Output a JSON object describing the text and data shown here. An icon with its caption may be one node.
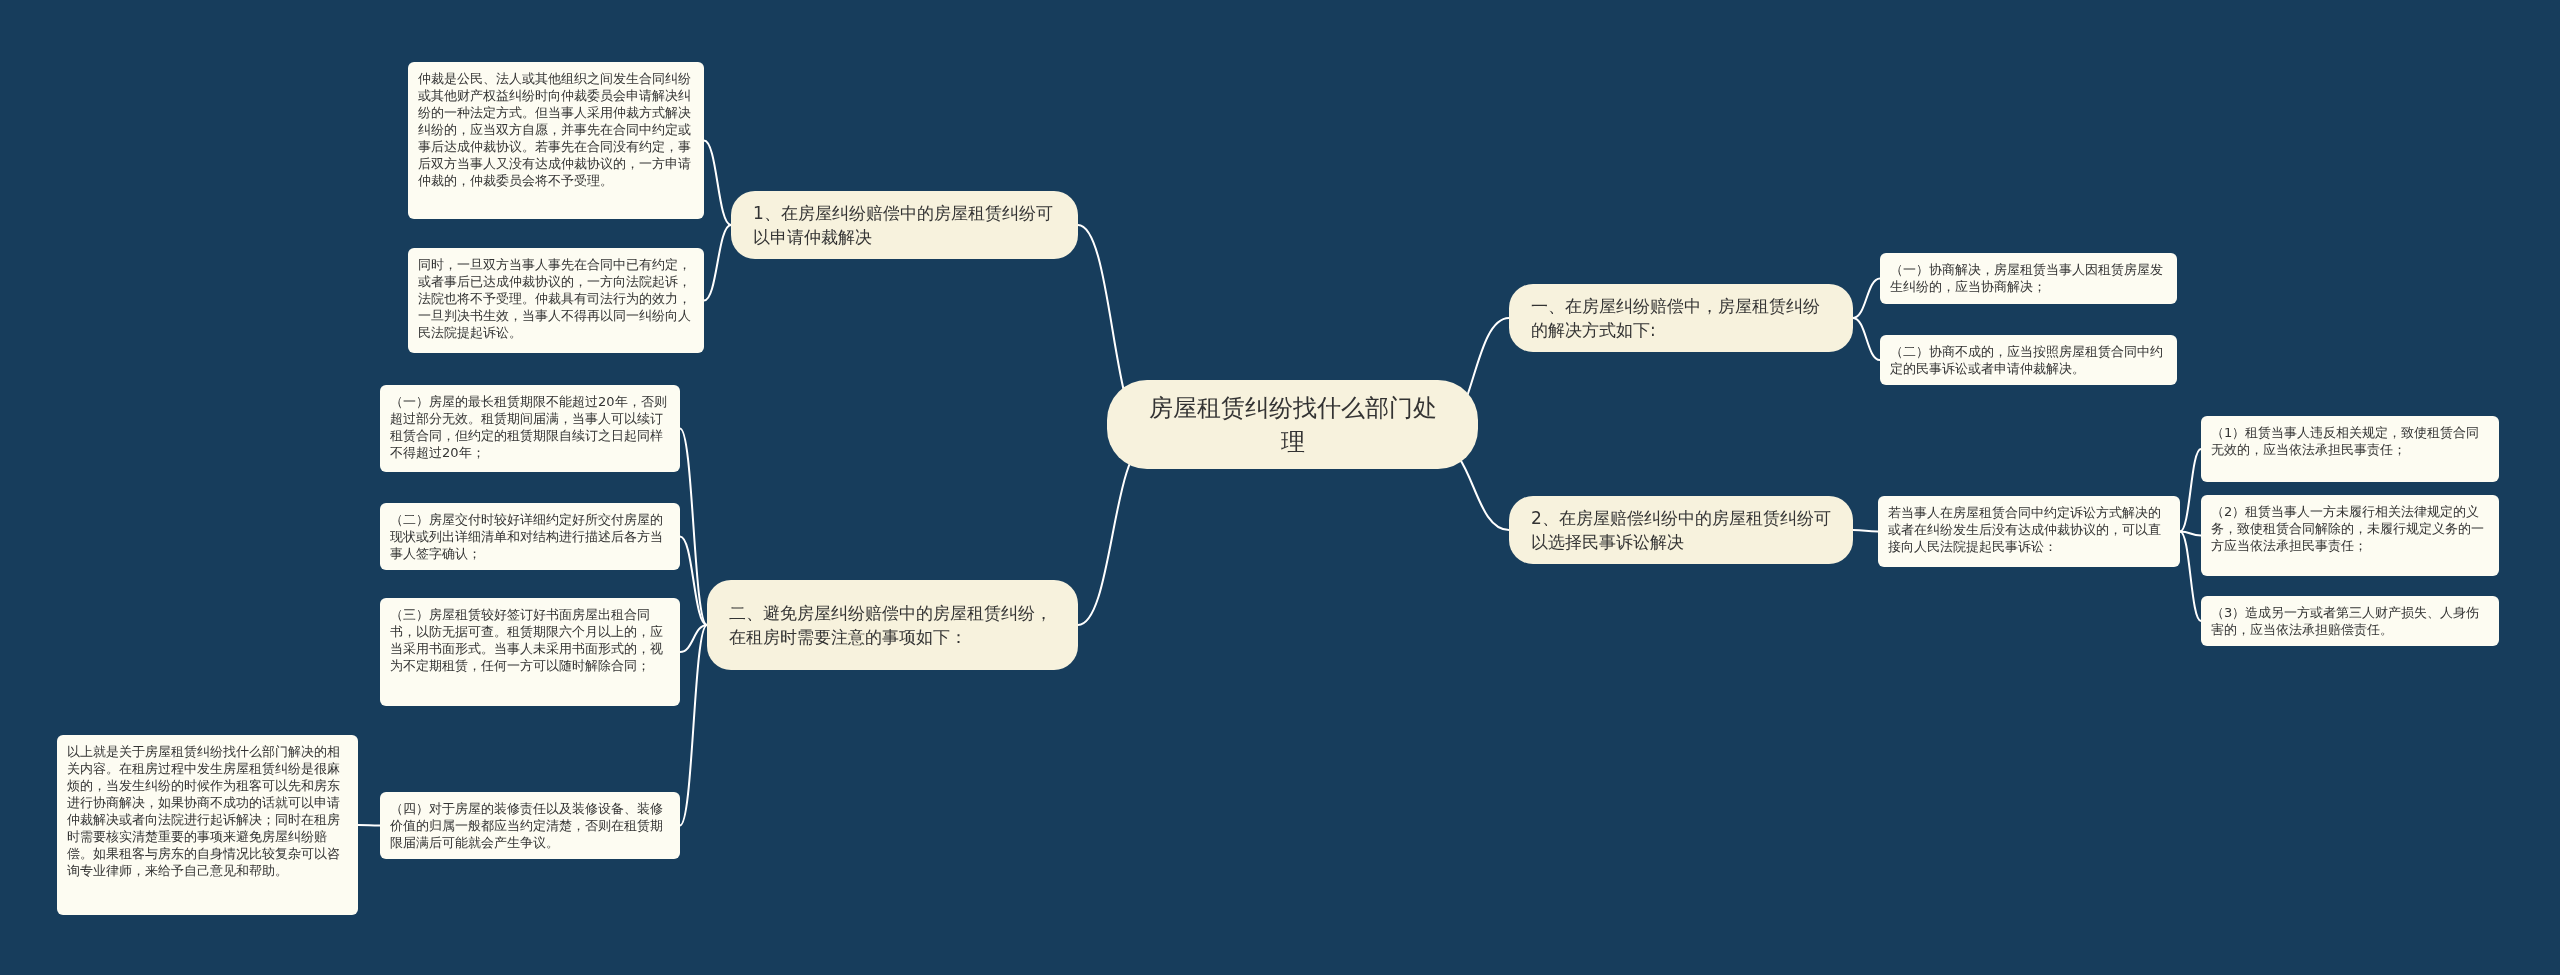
{
  "diagram": {
    "nodes": [
      {
        "text": [
          "房屋租赁纠纷找什么部门处理"
        ]
      },
      {
        "text": [
          "1、在房屋纠纷赔偿中的房屋租赁纠纷可以申请仲裁解决"
        ]
      },
      {
        "text": [
          "仲裁是公民、法人或其他组织之间发生合同纠纷或其他财产权益纠纷时向仲裁委员会申请解决纠纷的一种法定方式。但当事人采用仲裁方式解决纠纷的，应当双方自愿，并事先在合同中约定或事后达成仲裁协议。若事先在合同没有约定，事后双方当事人又没有达成仲裁协议的，一方申请仲裁的，仲裁委员会将不予受理。"
        ]
      },
      {
        "text": [
          "同时，一旦双方当事人事先在合同中已有约定，或者事后已达成仲裁协议的，一方向法院起诉，法院也将不予受理。仲裁具有司法行为的效力，一旦判决书生效，当事人不得再以同一纠纷向人民法院提起诉讼。"
        ]
      },
      {
        "text": [
          "二、避免房屋纠纷赔偿中的房屋租赁纠纷，在租房时需要注意的事项如下："
        ]
      },
      {
        "text": [
          "（一）房屋的最长租赁期限不能超过20年，否则超过部分无效。租赁期间届满，当事人可以续订租赁合同，但约定的租赁期限自续订之日起同样不得超过20年；"
        ]
      },
      {
        "text": [
          "（二）房屋交付时较好详细约定好所交付房屋的现状或列出详细清单和对结构进行描述后各方当事人签字确认；"
        ]
      },
      {
        "text": [
          "（三）房屋租赁较好签订好书面房屋出租合同书，以防无据可查。租赁期限六个月以上的，应当采用书面形式。当事人未采用书面形式的，视为不定期租赁，任何一方可以随时解除合同；"
        ]
      },
      {
        "text": [
          "（四）对于房屋的装修责任以及装修设备、装修价值的归属一般都应当约定清楚，否则在租赁期限届满后可能就会产生争议。"
        ]
      },
      {
        "text": [
          "以上就是关于房屋租赁纠纷找什么部门解决的相关内容。在租房过程中发生房屋租赁纠纷是很麻烦的，当发生纠纷的时候作为租客可以先和房东进行协商解决，如果协商不成功的话就可以申请仲裁解决或者向法院进行起诉解决；同时在租房时需要核实清楚重要的事项来避免房屋纠纷赔偿。如果租客与房东的自身情况比较复杂可以咨询专业律师，来给予自己意见和帮助。"
        ]
      },
      {
        "text": [
          "一、在房屋纠纷赔偿中，房屋租赁纠纷的解决方式如下:"
        ]
      },
      {
        "text": [
          "（一）协商解决，房屋租赁当事人因租赁房屋发生纠纷的，应当协商解决；"
        ]
      },
      {
        "text": [
          "（二）协商不成的，应当按照房屋租赁合同中约定的民事诉讼或者申请仲裁解决。"
        ]
      },
      {
        "text": [
          "2、在房屋赔偿纠纷中的房屋租赁纠纷可以选择民事诉讼解决"
        ]
      },
      {
        "text": [
          "若当事人在房屋租赁合同中约定诉讼方式解决的或者在纠纷发生后没有达成仲裁协议的，可以直接向人民法院提起民事诉讼："
        ]
      },
      {
        "text": [
          "（1）租赁当事人违反相关规定，致使租赁合同无效的，应当依法承担民事责任；"
        ]
      },
      {
        "text": [
          "（2）租赁当事人一方未履行相关法律规定的义务，致使租赁合同解除的，未履行规定义务的一方应当依法承担民事责任；"
        ]
      },
      {
        "text": [
          "（3）造成另一方或者第三人财产损失、人身伤害的，应当依法承担赔偿责任。"
        ]
      }
    ],
    "edges": [
      {
        "from": 0,
        "to": 1,
        "arrow": "none"
      },
      {
        "from": 1,
        "to": 2,
        "arrow": "none"
      },
      {
        "from": 1,
        "to": 3,
        "arrow": "none"
      },
      {
        "from": 0,
        "to": 4,
        "arrow": "none"
      },
      {
        "from": 4,
        "to": 5,
        "arrow": "none"
      },
      {
        "from": 4,
        "to": 6,
        "arrow": "none"
      },
      {
        "from": 4,
        "to": 7,
        "arrow": "none"
      },
      {
        "from": 4,
        "to": 8,
        "arrow": "none"
      },
      {
        "from": 8,
        "to": 9,
        "arrow": "none"
      },
      {
        "from": 0,
        "to": 10,
        "arrow": "none"
      },
      {
        "from": 10,
        "to": 11,
        "arrow": "none"
      },
      {
        "from": 10,
        "to": 12,
        "arrow": "none"
      },
      {
        "from": 0,
        "to": 13,
        "arrow": "none"
      },
      {
        "from": 13,
        "to": 14,
        "arrow": "none"
      },
      {
        "from": 14,
        "to": 15,
        "arrow": "none"
      },
      {
        "from": 14,
        "to": 16,
        "arrow": "none"
      },
      {
        "from": 14,
        "to": 17,
        "arrow": "none"
      }
    ]
  }
}
